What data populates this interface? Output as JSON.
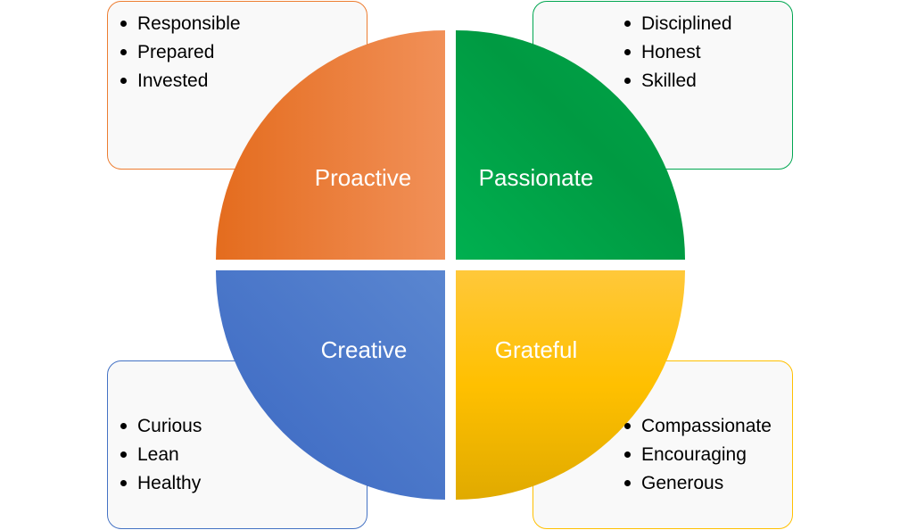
{
  "quadrants": [
    {
      "id": "proactive",
      "label": "Proactive",
      "items": [
        "Responsible",
        "Prepared",
        "Invested"
      ],
      "color": "#ed7d31"
    },
    {
      "id": "passionate",
      "label": "Passionate",
      "items": [
        "Disciplined",
        "Honest",
        "Skilled"
      ],
      "color": "#00b050"
    },
    {
      "id": "creative",
      "label": "Creative",
      "items": [
        "Curious",
        "Lean",
        "Healthy"
      ],
      "color": "#4472c4"
    },
    {
      "id": "grateful",
      "label": "Grateful",
      "items": [
        "Compassionate",
        "Encouraging",
        "Generous"
      ],
      "color": "#ffc000"
    }
  ]
}
